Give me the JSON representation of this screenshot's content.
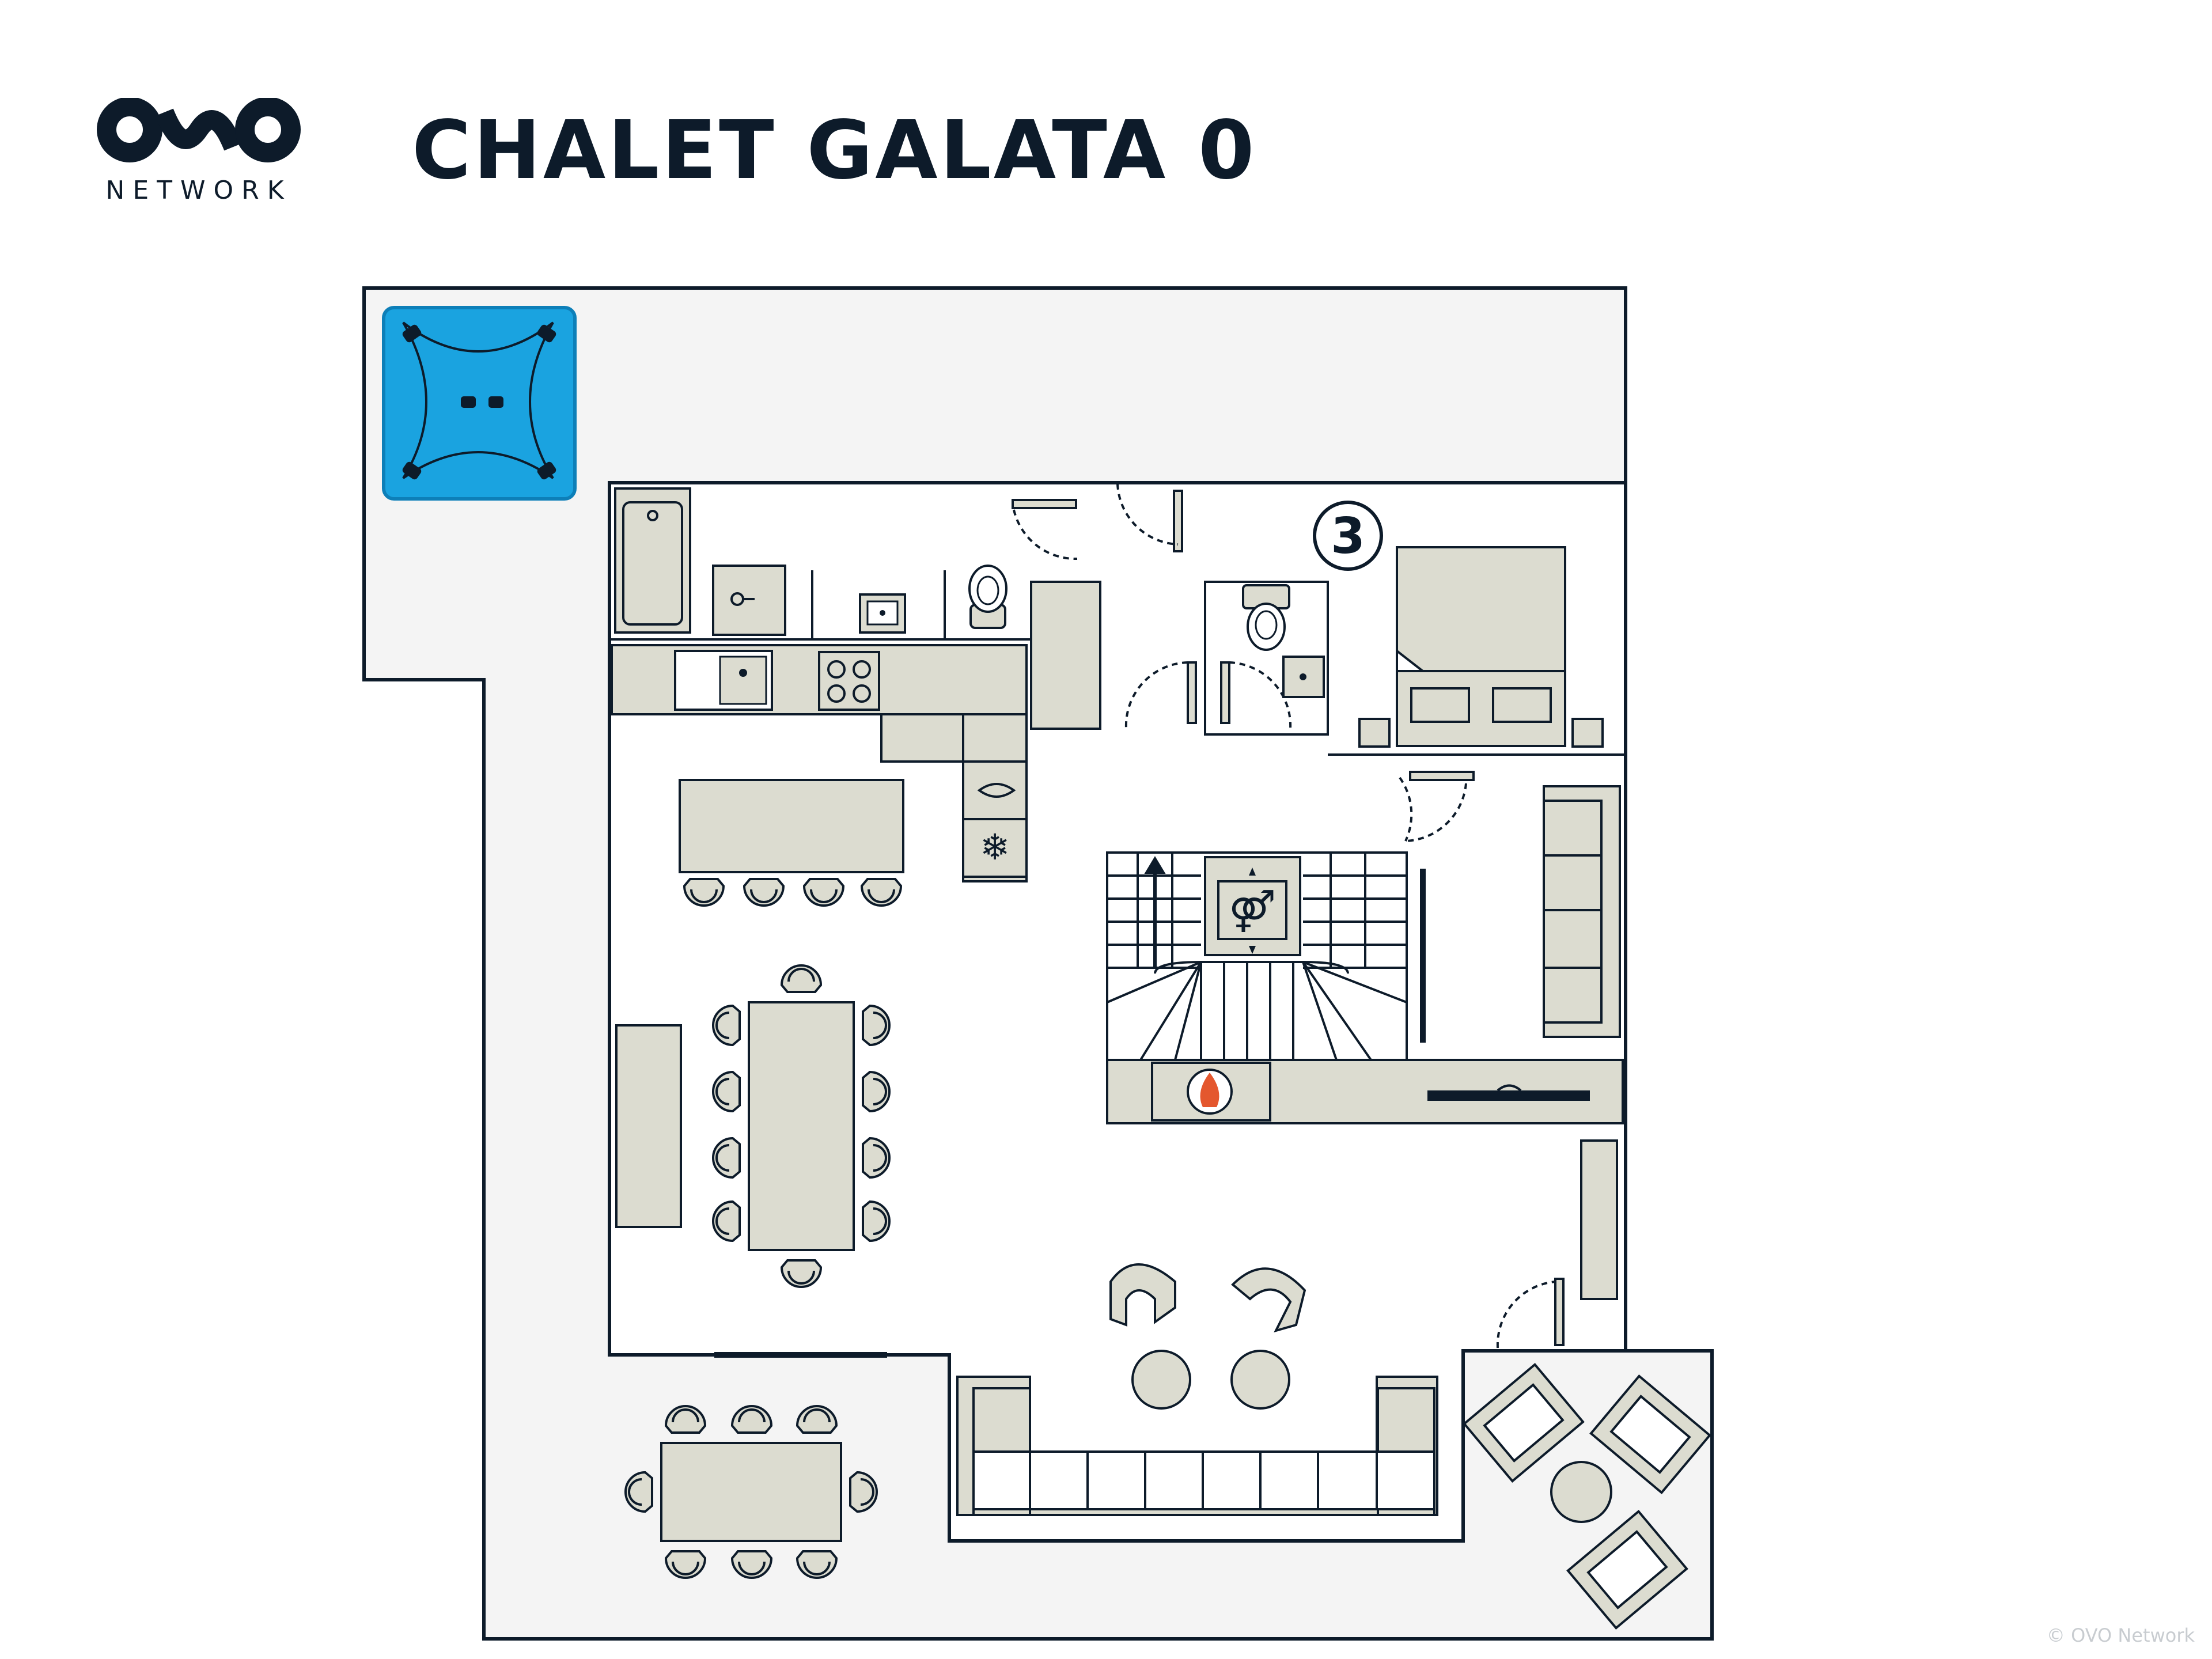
{
  "brand": {
    "logo_text": "NETWORK",
    "colors": {
      "ink": "#0d1b2a",
      "floor": "#f4f4f4",
      "furniture": "#dcdcd0",
      "pool": "#1aa3e0",
      "fire": "#e4572e"
    }
  },
  "header": {
    "title": "CHALET GALATA 0"
  },
  "plan": {
    "room_number": "3",
    "icons": [
      "jacuzzi-icon",
      "bathtub-icon",
      "sink-icon",
      "toilet-icon",
      "stove-icon",
      "dishwasher-icon",
      "fridge-icon",
      "elevator-icon",
      "fireplace-icon",
      "tv-icon",
      "bed-icon",
      "sofa-icon",
      "armchair-icon",
      "dining-table-icon",
      "stairs-icon"
    ]
  },
  "footer": {
    "copyright": "© OVO Network"
  }
}
